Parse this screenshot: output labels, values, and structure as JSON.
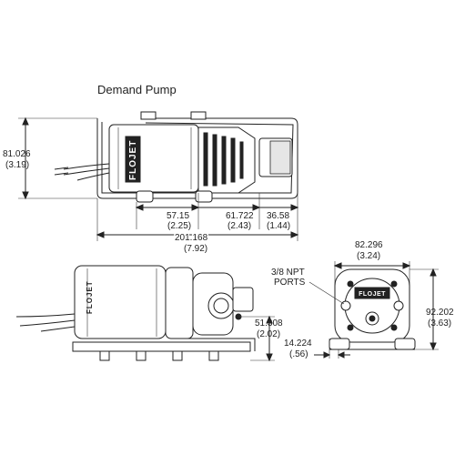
{
  "diagram": {
    "title": "Demand Pump",
    "brand_label": "FLOJET",
    "dimensions": {
      "height_mm": "81.026",
      "height_in": "(3.19)",
      "dim_a_mm": "57.15",
      "dim_a_in": "(2.25)",
      "dim_b_mm": "61.722",
      "dim_b_in": "(2.43)",
      "dim_c_mm": "36.58",
      "dim_c_in": "(1.44)",
      "overall_length_mm": "201.168",
      "overall_length_in": "(7.92)",
      "front_width_mm": "82.296",
      "front_width_in": "(3.24)",
      "ports_line1": "3/8 NPT",
      "ports_line2": "PORTS",
      "port_height_mm": "51.308",
      "port_height_in": "(2.02)",
      "foot_mm": "14.224",
      "foot_in": "(.56)",
      "front_height_mm": "92.202",
      "front_height_in": "(3.63)"
    }
  }
}
